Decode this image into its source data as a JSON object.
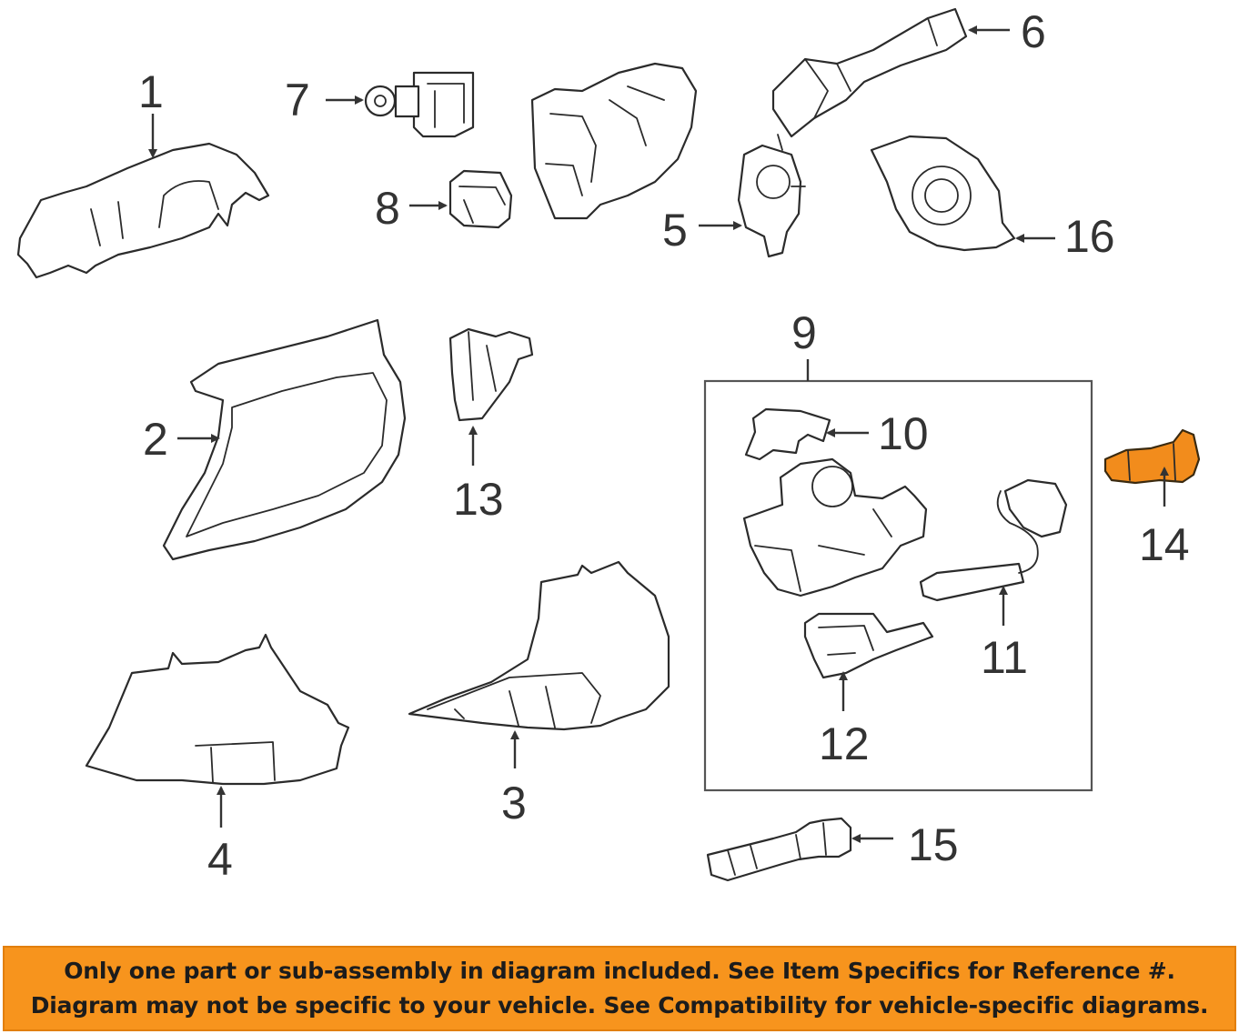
{
  "accent_color": "#f7941d",
  "highlighted_part": "14",
  "callouts": {
    "n1": "1",
    "n2": "2",
    "n3": "3",
    "n4": "4",
    "n5": "5",
    "n6": "6",
    "n7": "7",
    "n8": "8",
    "n9": "9",
    "n10": "10",
    "n11": "11",
    "n12": "12",
    "n13": "13",
    "n14": "14",
    "n15": "15",
    "n16": "16"
  },
  "banner": {
    "line1": "Only one part or sub-assembly in diagram included. See Item Specifics for Reference #.",
    "line2": "Diagram may not be specific to your vehicle. See Compatibility for vehicle-specific diagrams."
  }
}
